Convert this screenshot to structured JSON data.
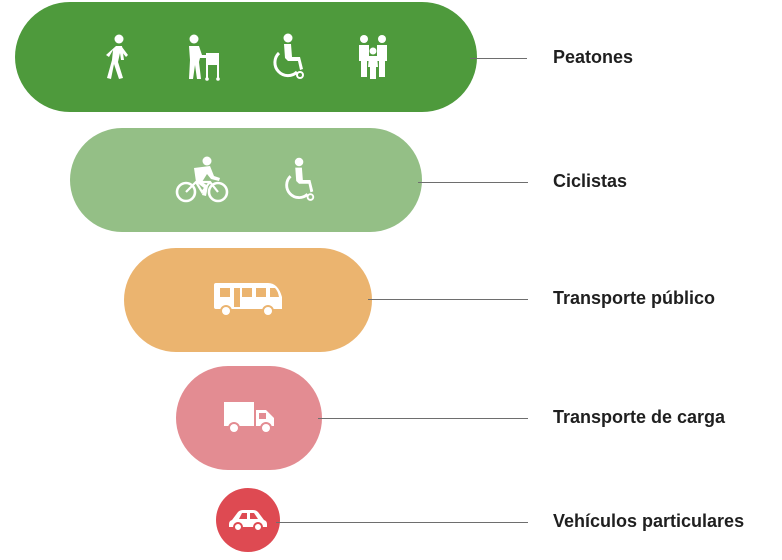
{
  "tiers": [
    {
      "label": "Peatones",
      "color": "#4e9a3c",
      "icons": [
        "pedestrian-walking-icon",
        "elderly-walker-icon",
        "wheelchair-user-icon",
        "family-group-icon"
      ]
    },
    {
      "label": "Ciclistas",
      "color": "#94bf86",
      "icons": [
        "cyclist-icon",
        "wheelchair-user-icon"
      ]
    },
    {
      "label": "Transporte público",
      "color": "#ebb46f",
      "icons": [
        "bus-icon"
      ]
    },
    {
      "label": "Transporte de carga",
      "color": "#e38c92",
      "icons": [
        "delivery-truck-icon"
      ]
    },
    {
      "label": "Vehículos particulares",
      "color": "#de4a52",
      "icons": [
        "car-icon"
      ]
    }
  ],
  "connector_color": "#6e6e6e"
}
